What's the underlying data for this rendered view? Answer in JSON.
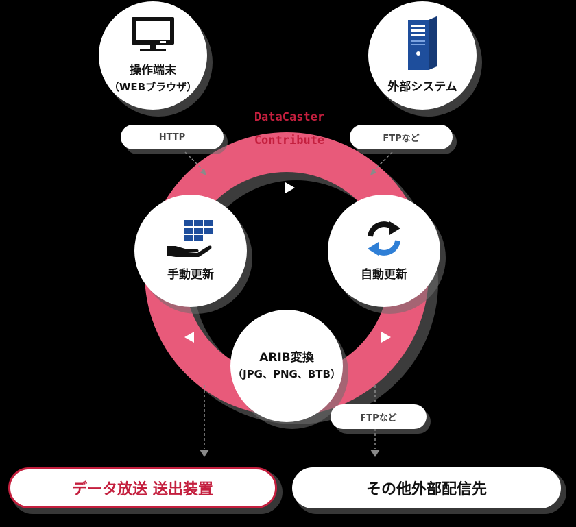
{
  "brand": {
    "line1": "DataCaster",
    "line2": "Contribute"
  },
  "nodes": {
    "terminal": {
      "line1": "操作端末",
      "line2": "（WEBブラウザ）",
      "icon": "monitor-icon"
    },
    "external_system": {
      "label": "外部システム",
      "icon": "server-icon"
    },
    "manual_update": {
      "label": "手動更新",
      "icon": "hand-grid-icon"
    },
    "auto_update": {
      "label": "自動更新",
      "icon": "refresh-icon"
    },
    "arib": {
      "line1": "ARIB変換",
      "line2": "（JPG、PNG、BTB）"
    }
  },
  "connections": {
    "http": "HTTP",
    "ftp_top": "FTPなど",
    "ftp_bottom": "FTPなど"
  },
  "outputs": {
    "broadcast": "データ放送 送出装置",
    "other": "その他外部配信先"
  },
  "colors": {
    "ring": "#e85a7a",
    "accent": "#c41f3e",
    "icon_blue": "#1e4e9c",
    "refresh_blue": "#2f7fd6"
  }
}
